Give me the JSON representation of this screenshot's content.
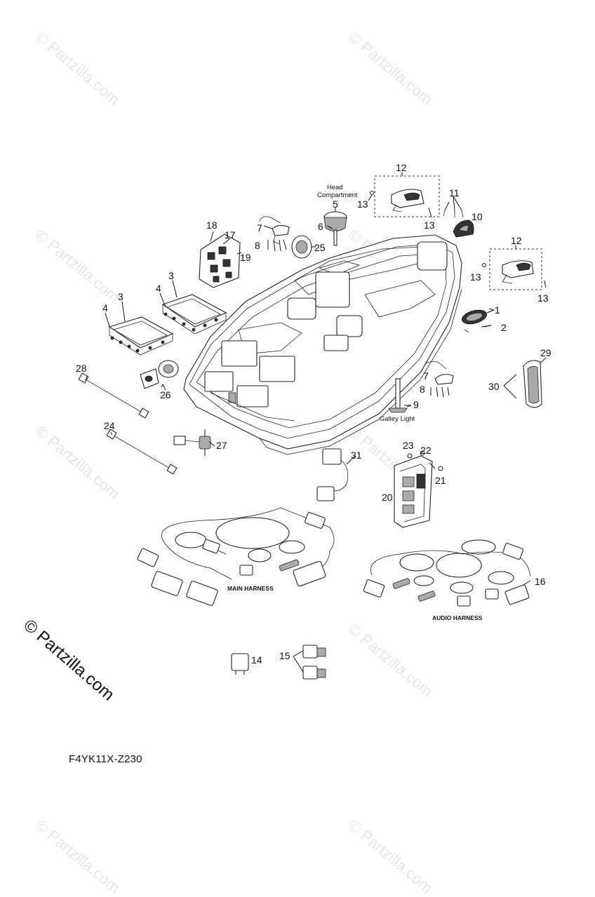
{
  "watermark": "© Partzilla.com",
  "brand": "© Partzilla.com",
  "diagram_code": "F4YK11X-Z230",
  "labels": {
    "head_compartment_line1": "Head",
    "head_compartment_line2": "Compartment",
    "galley_light": "Galley Light",
    "main_harness": "MAIN HARNESS",
    "audio_harness": "AUDIO HARNESS"
  },
  "callouts": {
    "c1": "1",
    "c2": "2",
    "c3a": "3",
    "c3b": "3",
    "c4a": "4",
    "c4b": "4",
    "c5": "5",
    "c6": "6",
    "c7a": "7",
    "c7b": "7",
    "c8a": "8",
    "c8b": "8",
    "c9": "9",
    "c10": "10",
    "c11": "11",
    "c12a": "12",
    "c12b": "12",
    "c13a": "13",
    "c13b": "13",
    "c13c": "13",
    "c13d": "13",
    "c14": "14",
    "c15": "15",
    "c16": "16",
    "c17": "17",
    "c18": "18",
    "c19": "19",
    "c20": "20",
    "c21": "21",
    "c22": "22",
    "c23": "23",
    "c24": "24",
    "c25": "25",
    "c26": "26",
    "c27": "27",
    "c28": "28",
    "c29": "29",
    "c30": "30",
    "c31": "31"
  },
  "icons": [
    "boat-hull",
    "cup-holder-light",
    "switch-panel",
    "usb-outlet",
    "wire-harness"
  ]
}
